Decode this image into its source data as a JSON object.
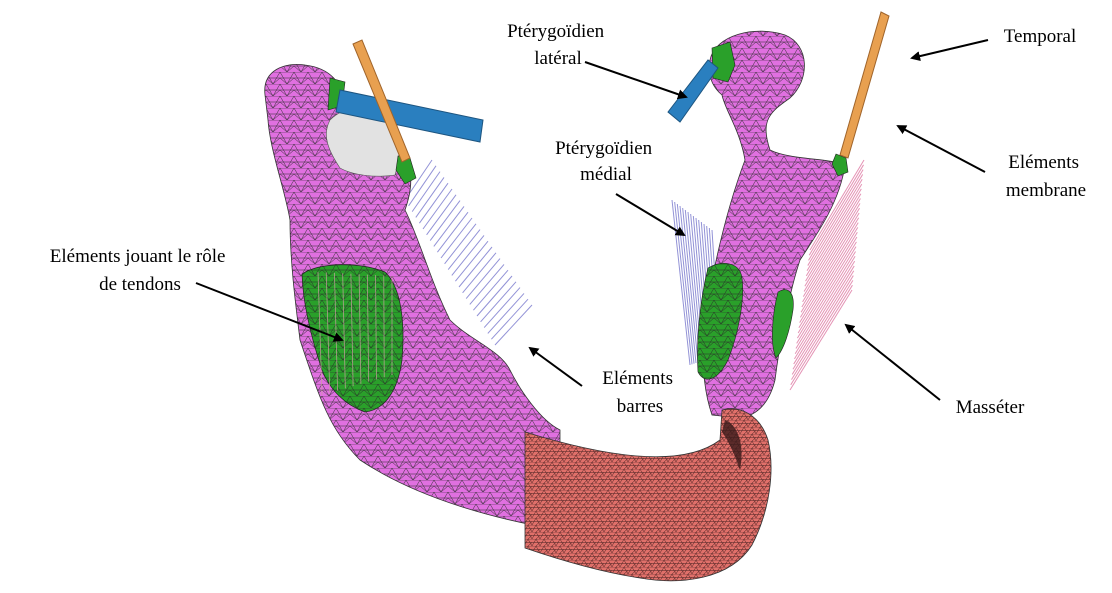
{
  "labels": {
    "pterygoidien_lateral": [
      "Ptérygoïdien",
      "latéral"
    ],
    "temporal": [
      "Temporal"
    ],
    "pterygoidien_medial": [
      "Ptérygoïdien",
      "médial"
    ],
    "elements_membrane": [
      "Eléments",
      "membrane"
    ],
    "elements_tendons": [
      "Eléments jouant le rôle",
      "de tendons"
    ],
    "elements_barres": [
      "Eléments",
      "barres"
    ],
    "masseter": [
      "Masséter"
    ]
  },
  "colors": {
    "mandible": "#e070e0",
    "insertion": "#2aa02a",
    "dental": "#e0706a",
    "lateral_pterygoid": "#2a7fbf",
    "temporal": "#e8a050",
    "medial_fibres": "#8080d0",
    "masseter_fibres": "#e080a8",
    "mesh": "#2a2a2a"
  }
}
